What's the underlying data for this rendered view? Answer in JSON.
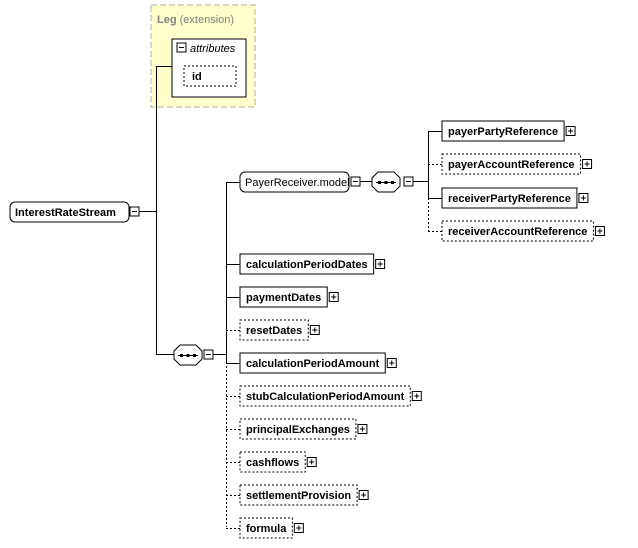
{
  "root": {
    "label": "InterestRateStream"
  },
  "extension": {
    "base": "Leg",
    "suffix": "(extension)"
  },
  "attributes": {
    "title": "attributes",
    "items": [
      "id"
    ]
  },
  "group": {
    "label": "PayerReceiver.model"
  },
  "group_elements": [
    {
      "label": "payerPartyReference",
      "optional": false
    },
    {
      "label": "payerAccountReference",
      "optional": true
    },
    {
      "label": "receiverPartyReference",
      "optional": false
    },
    {
      "label": "receiverAccountReference",
      "optional": true
    }
  ],
  "elements": [
    {
      "label": "calculationPeriodDates",
      "optional": false
    },
    {
      "label": "paymentDates",
      "optional": false
    },
    {
      "label": "resetDates",
      "optional": true
    },
    {
      "label": "calculationPeriodAmount",
      "optional": false
    },
    {
      "label": "stubCalculationPeriodAmount",
      "optional": true
    },
    {
      "label": "principalExchanges",
      "optional": true
    },
    {
      "label": "cashflows",
      "optional": true
    },
    {
      "label": "settlementProvision",
      "optional": true
    },
    {
      "label": "formula",
      "optional": true
    }
  ]
}
